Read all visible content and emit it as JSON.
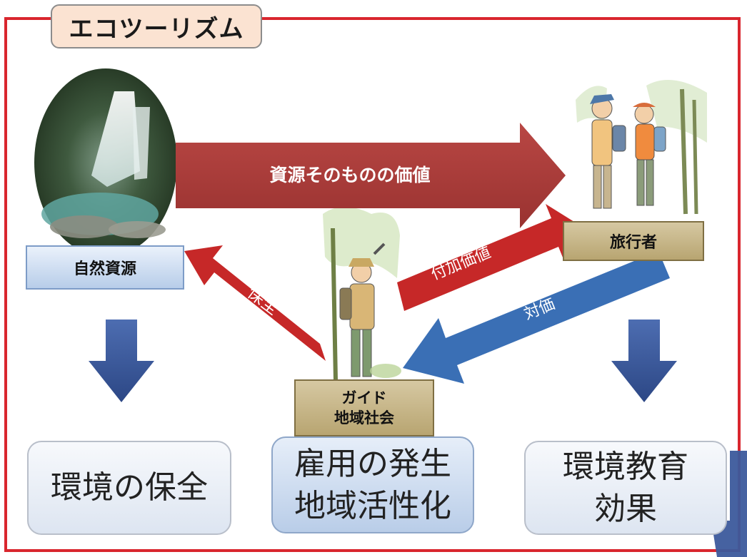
{
  "title": "エコツーリズム",
  "nodes": {
    "nature": "自然資源",
    "traveler": "旅行者",
    "guide_line1": "ガイド",
    "guide_line2": "地域社会"
  },
  "arrows": {
    "resource_value": "資源そのものの価値",
    "added_value": "付加価値",
    "conservation": "保全",
    "payment": "対価"
  },
  "results": {
    "environment_conservation": "環境の保全",
    "employment_line1": "雇用の発生",
    "employment_line2": "地域活性化",
    "education_line1": "環境教育",
    "education_line2": "効果"
  },
  "colors": {
    "frame": "#d9262e",
    "red_arrow": "#c62828",
    "blue_arrow": "#3a6fb5",
    "down_arrow": "#3c5a9c"
  }
}
